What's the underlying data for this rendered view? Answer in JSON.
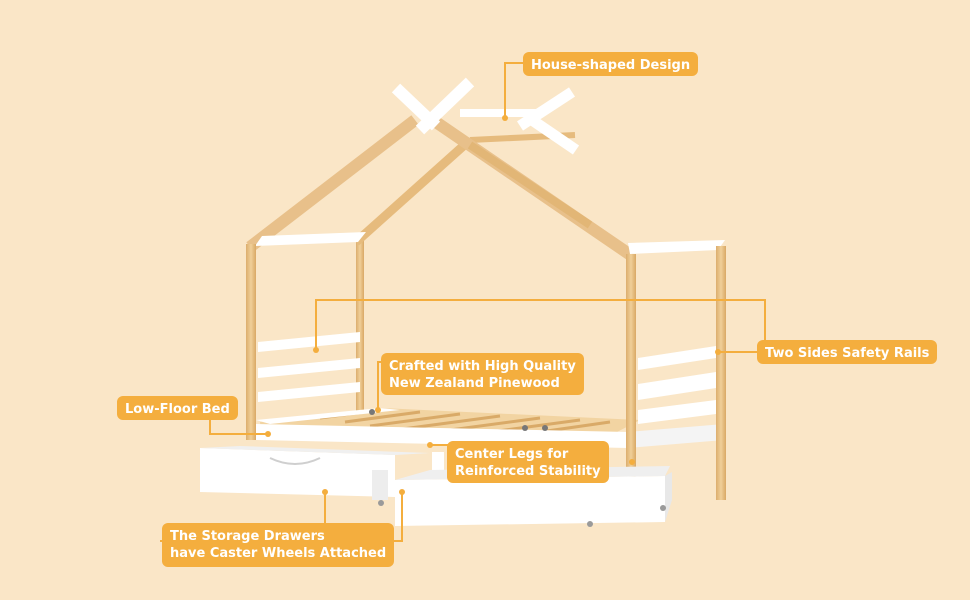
{
  "colors": {
    "background": "#fae6c7",
    "callout": "#f4ae3e",
    "callout_text": "#ffffff",
    "leader_line": "#f4ae3e",
    "pine_wood": "#e8c28a",
    "white_paint": "#ffffff"
  },
  "callouts": {
    "house_design": "House-shaped Design",
    "safety_rails": "Two Sides Safety Rails",
    "pinewood": {
      "line1": "Crafted with High Quality",
      "line2": "New Zealand Pinewood"
    },
    "low_floor": "Low-Floor Bed",
    "center_legs": {
      "line1": "Center Legs for",
      "line2": "Reinforced Stability"
    },
    "drawers": {
      "line1": "The Storage Drawers",
      "line2": "have Caster Wheels Attached"
    }
  }
}
